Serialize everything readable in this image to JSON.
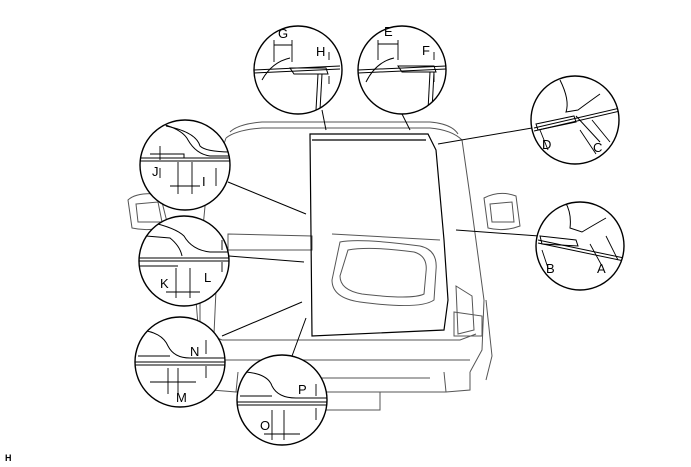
{
  "figure_code": "H",
  "callouts": [
    {
      "id": "gh",
      "labels": [
        "G",
        "H"
      ]
    },
    {
      "id": "ef",
      "labels": [
        "E",
        "F"
      ]
    },
    {
      "id": "cd",
      "labels": [
        "D",
        "C"
      ]
    },
    {
      "id": "ab",
      "labels": [
        "B",
        "A"
      ]
    },
    {
      "id": "ij",
      "labels": [
        "J",
        "I"
      ]
    },
    {
      "id": "kl",
      "labels": [
        "K",
        "L"
      ]
    },
    {
      "id": "mn",
      "labels": [
        "N",
        "M"
      ]
    },
    {
      "id": "op",
      "labels": [
        "P",
        "O"
      ]
    }
  ]
}
